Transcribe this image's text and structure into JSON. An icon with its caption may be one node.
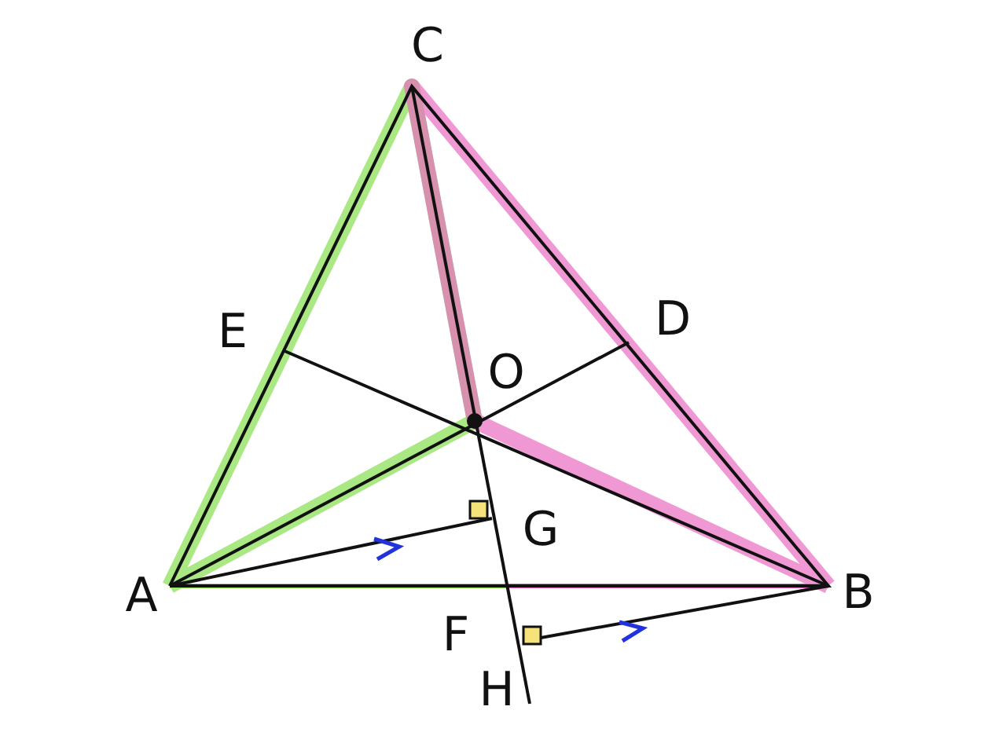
{
  "diagram": {
    "labels": [
      "C",
      "E",
      "D",
      "O",
      "G",
      "A",
      "F",
      "B",
      "H"
    ]
  }
}
